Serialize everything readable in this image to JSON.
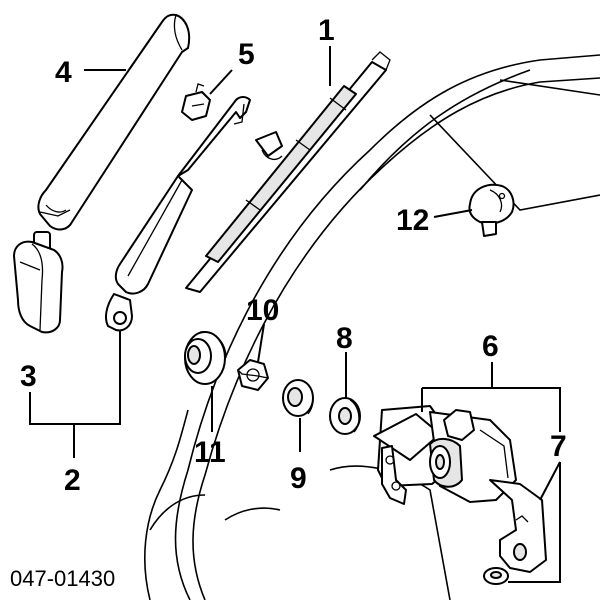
{
  "callouts": {
    "c1": "1",
    "c2": "2",
    "c3": "3",
    "c4": "4",
    "c5": "5",
    "c6": "6",
    "c7": "7",
    "c8": "8",
    "c9": "9",
    "c10": "10",
    "c11": "11",
    "c12": "12"
  },
  "diagram_code": "047-01430"
}
